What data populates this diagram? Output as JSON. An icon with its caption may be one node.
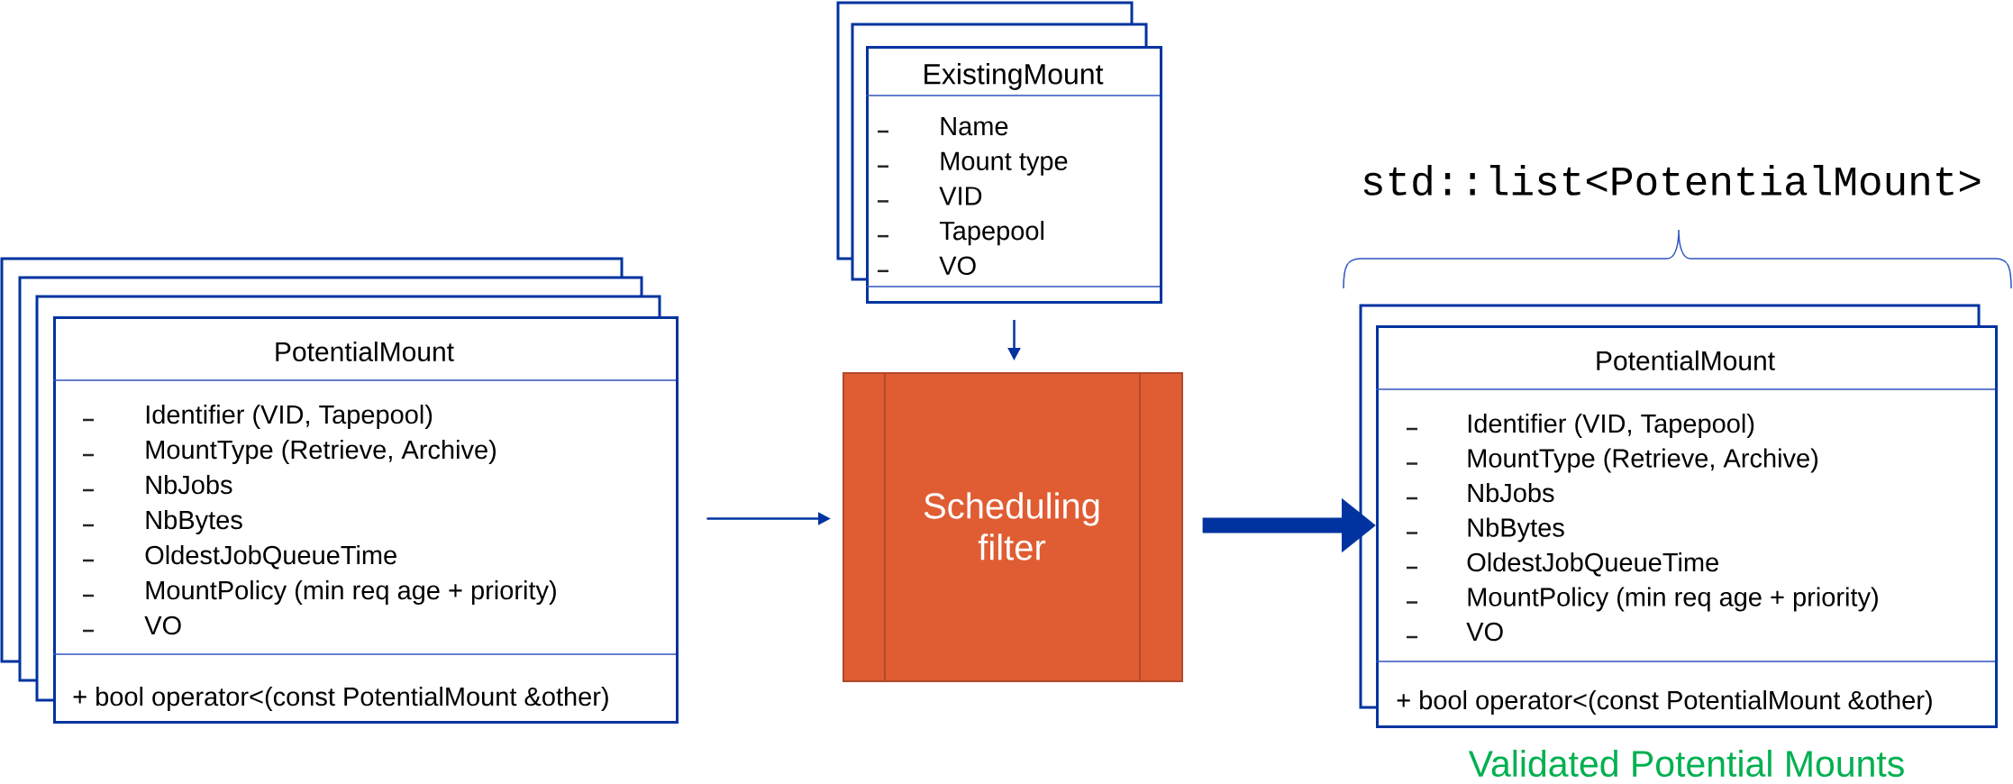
{
  "diagram": {
    "nodes": [
      {
        "text": [
          "PotentialMount",
          "Identifier (VID, Tapepool)",
          "MountType (Retrieve, Archive)",
          "NbJobs",
          "NbBytes",
          "OldestJobQueueTime",
          "MountPolicy (min req age + priority)",
          "VO",
          "+ bool operator<(const PotentialMount &other)"
        ]
      },
      {
        "text": [
          "ExistingMount",
          "Name",
          "Mount type",
          "VID",
          "Tapepool",
          "VO"
        ]
      },
      {
        "text": [
          "Scheduling filter"
        ]
      },
      {
        "text": [
          "PotentialMount",
          "Identifier (VID, Tapepool)",
          "MountType (Retrieve, Archive)",
          "NbJobs",
          "NbBytes",
          "OldestJobQueueTime",
          "MountPolicy (min req age + priority)",
          "VO",
          "+ bool operator<(const PotentialMount &other)"
        ],
        "beside": [
          "Validated Potential Mounts"
        ]
      }
    ],
    "edges": [
      {
        "from": 0,
        "to": 2,
        "arrow": "to"
      },
      {
        "from": 1,
        "to": 2,
        "arrow": "to"
      },
      {
        "from": 2,
        "to": 3,
        "arrow": "to",
        "style": "thick"
      }
    ],
    "labels": [
      "std::list<PotentialMount>"
    ]
  }
}
